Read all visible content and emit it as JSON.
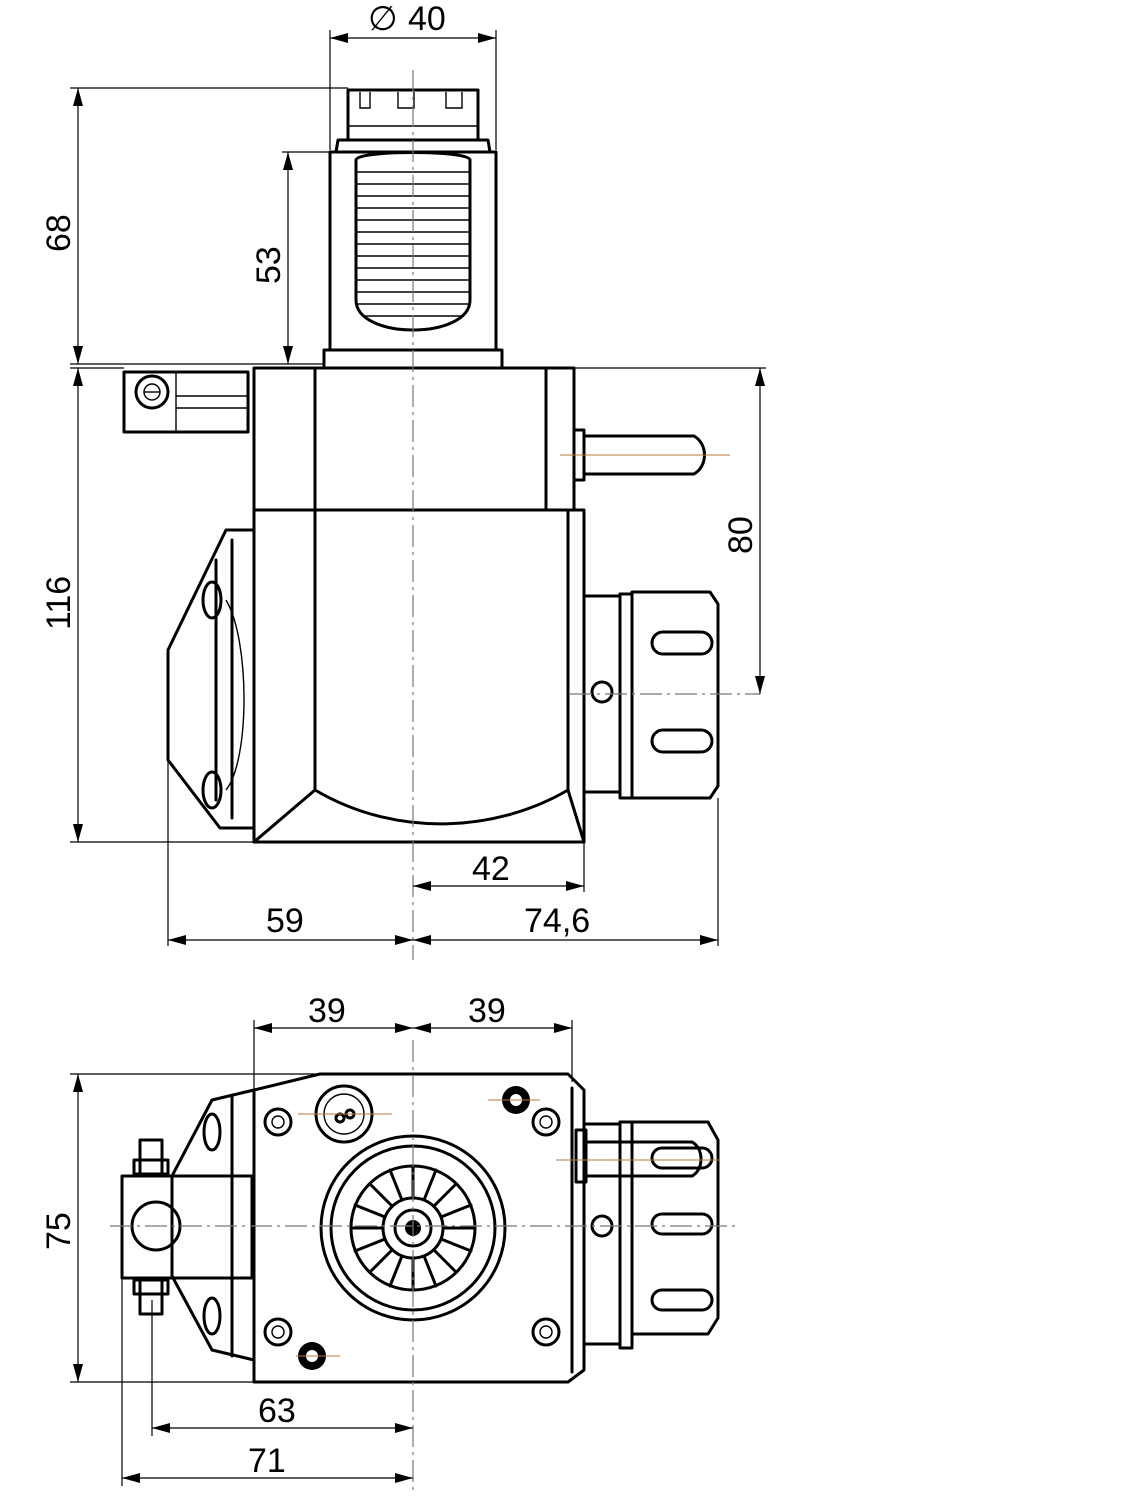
{
  "dimensions": {
    "diameter_symbol": "∅",
    "diameter": "40",
    "height_total_top": "68",
    "height_shank": "53",
    "body_height": "116",
    "spindle_height": "80",
    "width_right_body": "42",
    "width_left": "59",
    "width_right_total": "74,6",
    "top_left_width": "39",
    "top_right_width": "39",
    "depth": "75",
    "bottom_63": "63",
    "bottom_71": "71"
  }
}
